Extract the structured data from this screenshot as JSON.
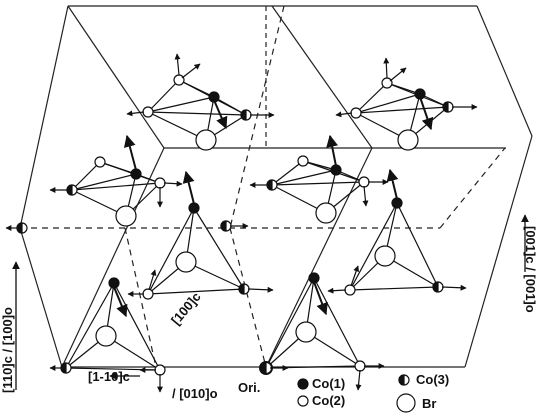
{
  "axis_labels": {
    "left_vertical": "[110]c / [100]o",
    "bottom_left": "[1-10]c",
    "bottom_mid": "/ [010]o",
    "right_vertical": "[001]c / [001]o",
    "inner_100c": "[100]c",
    "origin": "Ori."
  },
  "legend": {
    "co1": "Co(1)",
    "co2": "Co(2)",
    "co3": "Co(3)",
    "br": "Br"
  }
}
